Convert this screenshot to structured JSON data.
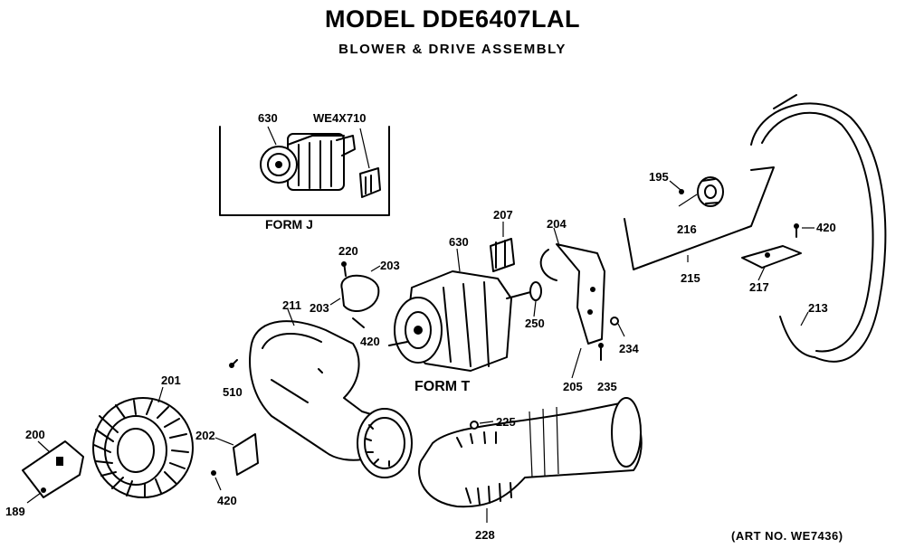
{
  "title": "MODEL DDE6407LAL",
  "subtitle": "BLOWER & DRIVE ASSEMBLY",
  "art_number": "(ART NO. WE7436)",
  "forms": {
    "form_j": "FORM J",
    "form_t": "FORM T"
  },
  "callouts": {
    "c630_top": "630",
    "we4x710": "WE4X710",
    "c195": "195",
    "c216": "216",
    "c420_right": "420",
    "c215": "215",
    "c217": "217",
    "c213": "213",
    "c207": "207",
    "c204": "204",
    "c630_mid": "630",
    "c220": "220",
    "c203_top": "203",
    "c203_left": "203",
    "c420_mid": "420",
    "c250": "250",
    "c234": "234",
    "c205": "205",
    "c235": "235",
    "c211": "211",
    "c510": "510",
    "c201": "201",
    "c200": "200",
    "c202": "202",
    "c420_bottom": "420",
    "c189": "189",
    "c225": "225",
    "c228": "228"
  }
}
